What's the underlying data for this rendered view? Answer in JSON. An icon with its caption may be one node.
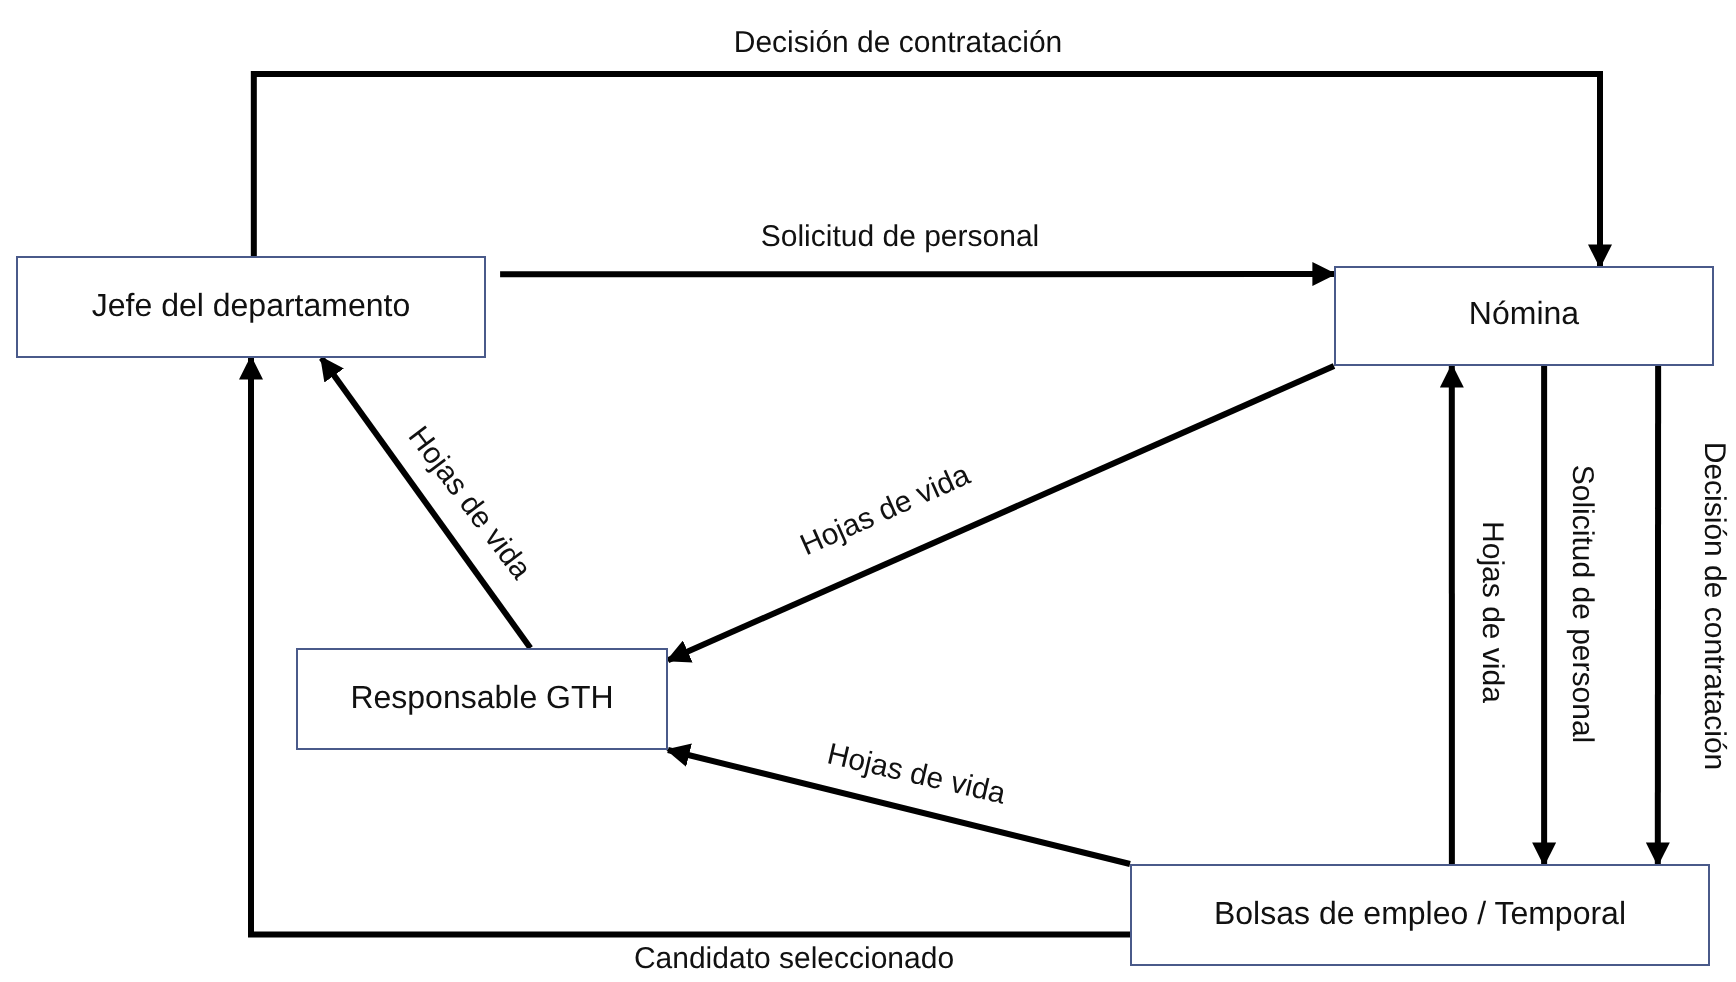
{
  "diagram": {
    "nodes": [
      {
        "text": [
          "Jefe del departamento"
        ]
      },
      {
        "text": [
          "Nómina"
        ]
      },
      {
        "text": [
          "Responsable GTH"
        ]
      },
      {
        "text": [
          "Bolsas de empleo / Temporal"
        ]
      }
    ],
    "edges": [
      {
        "from": 0,
        "to": 1,
        "arrow": "to",
        "label": "Decisión de contratación"
      },
      {
        "from": 0,
        "to": 1,
        "arrow": "to",
        "label": "Solicitud de personal"
      },
      {
        "from": 1,
        "to": 2,
        "arrow": "to",
        "label": "Hojas de vida"
      },
      {
        "from": 2,
        "to": 0,
        "arrow": "to",
        "label": "Hojas de vida"
      },
      {
        "from": 3,
        "to": 2,
        "arrow": "to",
        "label": "Hojas de vida"
      },
      {
        "from": 3,
        "to": 0,
        "arrow": "to",
        "label": "Candidato seleccionado"
      },
      {
        "from": 3,
        "to": 1,
        "arrow": "to",
        "label": "Hojas de vida"
      },
      {
        "from": 1,
        "to": 3,
        "arrow": "to",
        "label": "Solicitud de personal"
      },
      {
        "from": 1,
        "to": 3,
        "arrow": "to",
        "label": "Decisión de contratación"
      }
    ]
  }
}
